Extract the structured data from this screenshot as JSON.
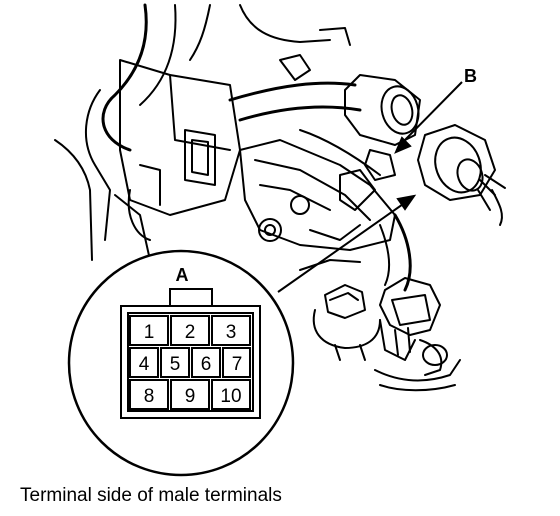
{
  "diagram": {
    "label_a": "A",
    "label_b": "B",
    "terminals": [
      "1",
      "2",
      "3",
      "4",
      "5",
      "6",
      "7",
      "8",
      "9",
      "10"
    ],
    "caption": "Terminal side of male terminals"
  }
}
